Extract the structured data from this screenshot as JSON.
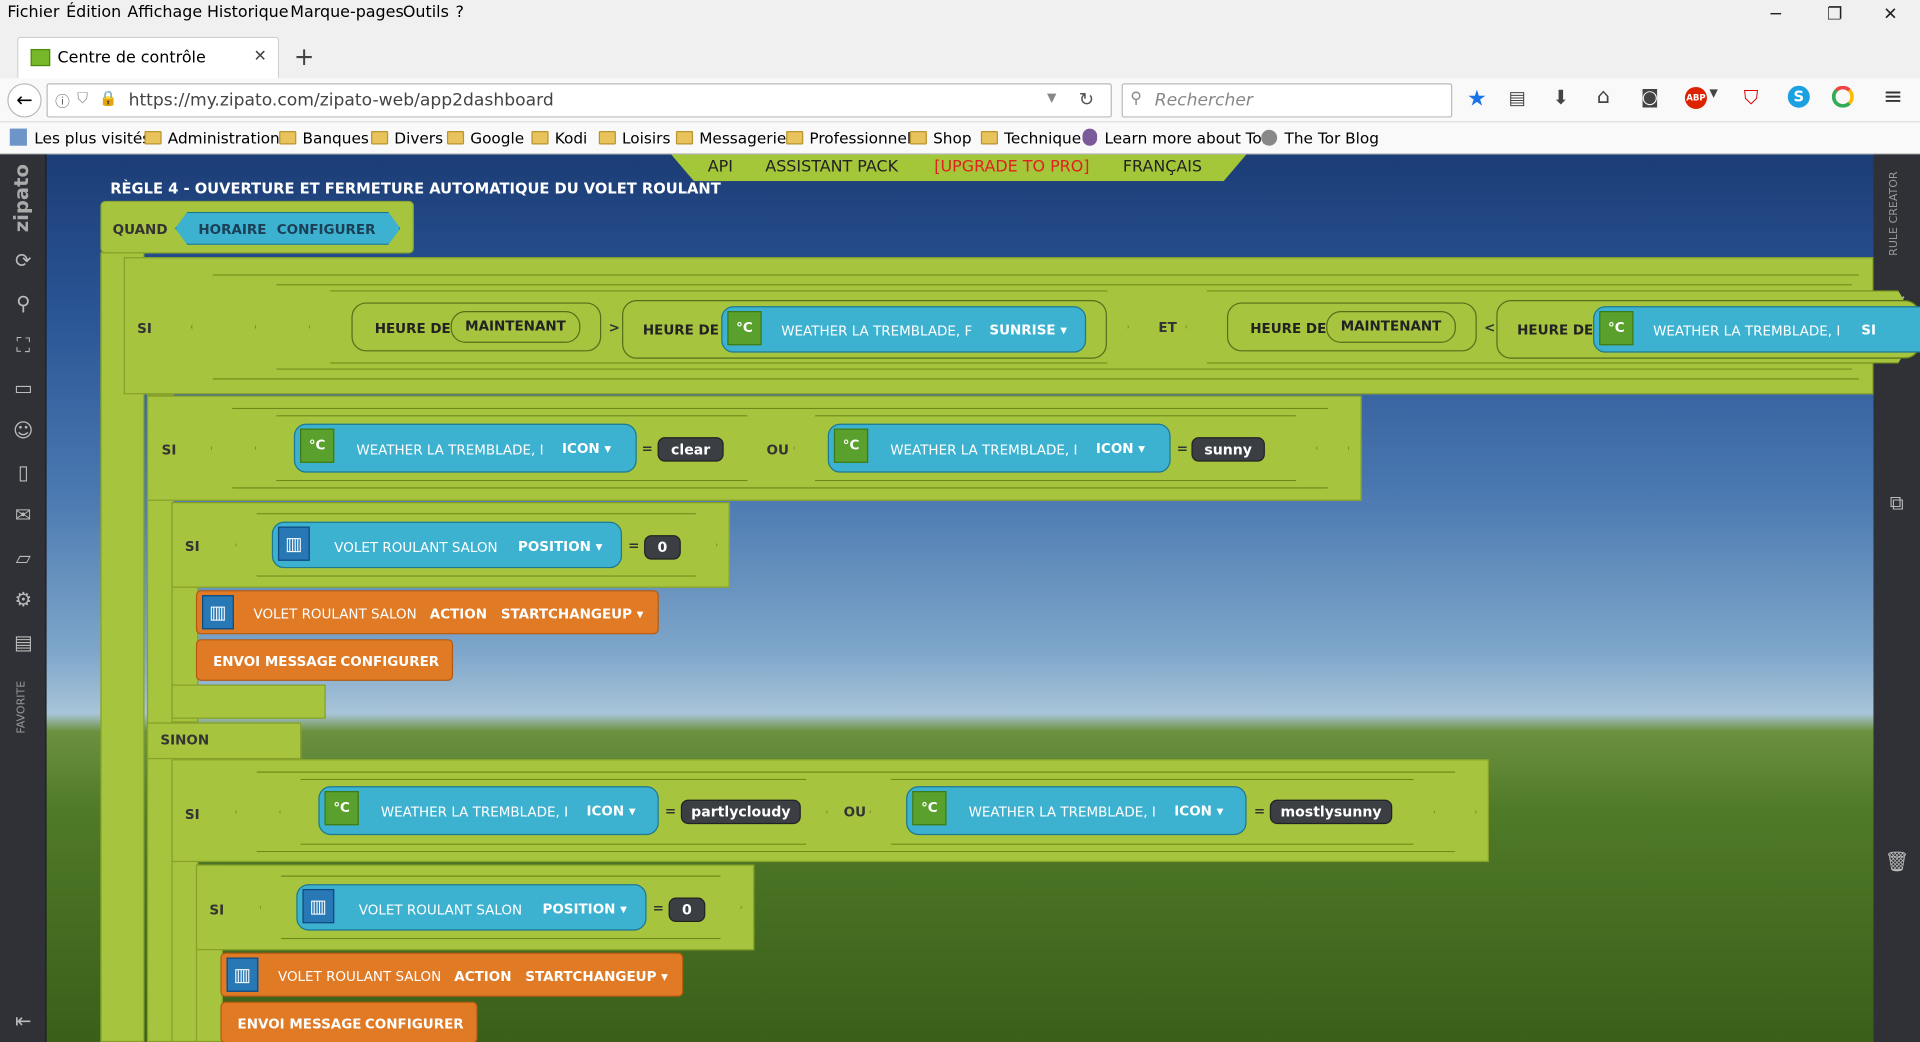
{
  "menu": [
    "Fichier",
    "Édition",
    "Affichage",
    "Historique",
    "Marque-pages",
    "Outils",
    "?"
  ],
  "tab": {
    "title": "Centre de contrôle",
    "close": "✕",
    "new": "+"
  },
  "nav": {
    "url": "https://my.zipato.com/zipato-web/app2dashboard",
    "search_placeholder": "Rechercher"
  },
  "bookmarks": [
    "Les plus visités",
    "Administration",
    "Banques",
    "Divers",
    "Google",
    "Kodi",
    "Loisirs",
    "Messagerie",
    "Professionnel",
    "Shop",
    "Technique",
    "Learn more about Tor",
    "The Tor Blog"
  ],
  "app": {
    "logo": "zipato",
    "favorite": "FAVORITE",
    "rule_creator": "RULE CREATOR",
    "topnav": [
      "API",
      "ASSISTANT PACK",
      "[UPGRADE TO PRO]",
      "FRANÇAIS"
    ],
    "upgrade_color": "#e02020",
    "rule_title": "RÈGLE 4 - OUVERTURE ET FERMETURE AUTOMATIQUE DU VOLET ROULANT"
  },
  "blocks": {
    "quand": "QUAND",
    "horaire": "HORAIRE",
    "configurer": "CONFIGURER",
    "si": "SI",
    "sinon": "SINON",
    "et": "ET",
    "ou": "OU",
    "heure_de": "HEURE DE",
    "maintenant": "MAINTENANT",
    "gt": ">",
    "lt": "<",
    "eq": "=",
    "weather_icon": "°C",
    "weather": "WEATHER LA TREMBLADE, F",
    "weather_short": "WEATHER LA TREMBLADE, I",
    "sunrise": "SUNRISE",
    "icon_field": "ICON",
    "clear": "clear",
    "sunny": "sunny",
    "partlycloudy": "partlycloudy",
    "mostlysunny": "mostlysunny",
    "volet": "VOLET ROULANT SALON",
    "position": "POSITION",
    "zero": "0",
    "action": "ACTION",
    "startchangeup": "STARTCHANGEUP",
    "envoi_message": "ENVOI MESSAGE",
    "cut_s": "SI",
    "dropdown": "▾"
  }
}
